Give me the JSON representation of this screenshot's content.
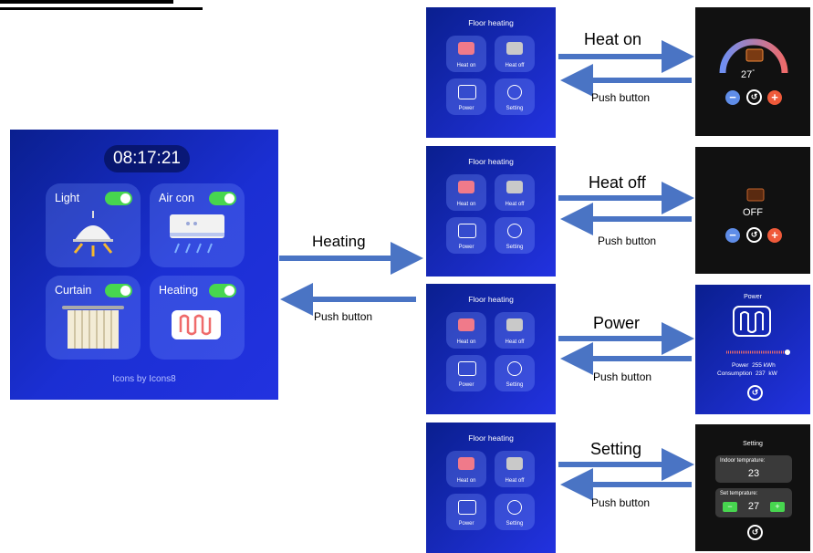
{
  "home": {
    "clock": "08:17:21",
    "tiles": [
      {
        "label": "Light",
        "icon": "lamp-icon"
      },
      {
        "label": "Air con",
        "icon": "air-conditioner-icon"
      },
      {
        "label": "Curtain",
        "icon": "curtain-icon"
      },
      {
        "label": "Heating",
        "icon": "heating-coil-icon"
      }
    ],
    "credit": "Icons by Icons8"
  },
  "main_arrow": {
    "forward": "Heating",
    "back": "Push button"
  },
  "menu": {
    "title": "Floor heating",
    "buttons": [
      "Heat on",
      "Heat off",
      "Power",
      "Setting"
    ]
  },
  "rows": [
    {
      "forward": "Heat on",
      "back": "Push button"
    },
    {
      "forward": "Heat off",
      "back": "Push button"
    },
    {
      "forward": "Power",
      "back": "Push button"
    },
    {
      "forward": "Setting",
      "back": "Push button"
    }
  ],
  "heat_on_screen": {
    "temperature": "27",
    "unit": "°"
  },
  "heat_off_screen": {
    "status": "OFF"
  },
  "power_screen": {
    "title": "Power",
    "power_label": "Power",
    "power_value": "255",
    "power_unit": "kWh",
    "consumption_label": "Consumption",
    "consumption_value": "237",
    "consumption_unit": "kW"
  },
  "setting_screen": {
    "title": "Setting",
    "indoor_label": "Indoor temprature:",
    "indoor_value": "23",
    "set_label": "Set temprature:",
    "set_value": "27"
  },
  "colors": {
    "arrow": "#4a74c4",
    "screen_blue": "#1b2fd3",
    "toggle_on": "#47d64f"
  }
}
